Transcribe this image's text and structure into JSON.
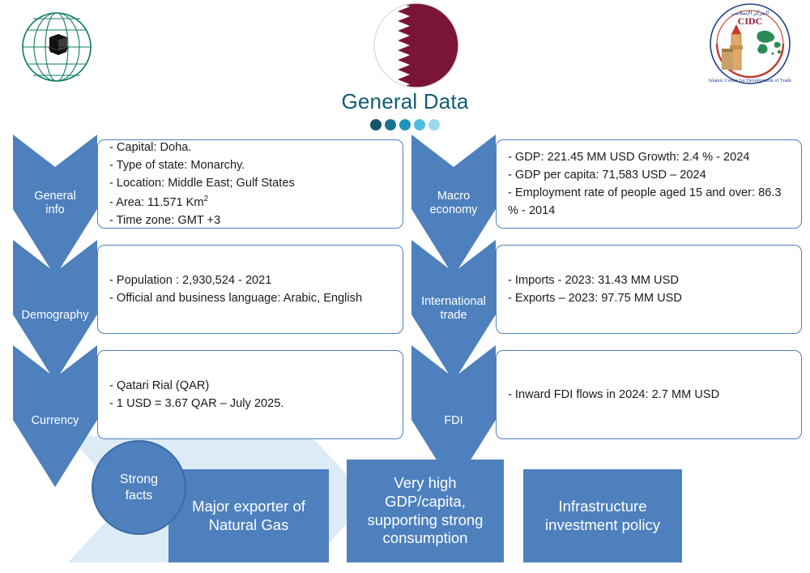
{
  "header": {
    "title": "General Data",
    "dots": [
      "#16556B",
      "#1B7490",
      "#1E93B8",
      "#4DBCDE",
      "#9BD9EE"
    ],
    "logos": {
      "left": {
        "name": "oic-logo",
        "alt": "Organisation of Islamic Cooperation emblem"
      },
      "center": {
        "name": "qatar-flag-badge",
        "alt": "Flag of Qatar"
      },
      "right": {
        "name": "cidc-logo",
        "alt": "Islamic Centre for Development of Trade",
        "acronym": "CIDC",
        "tagline": "Islamic Centre for Development of Trade"
      }
    }
  },
  "theme": {
    "accent_blue": "#4E80BE",
    "accent_blue_dark": "#3A6CA8",
    "title_teal": "#115C72",
    "pale_blue": "#DDEBF7",
    "card_border": "#4E80BE",
    "card_bg": "#FFFFFF"
  },
  "sections": {
    "left": [
      {
        "label": "General\ninfo",
        "label_lines": [
          "General",
          "info"
        ],
        "items": [
          "- Capital: Doha.",
          "- Type of state: Monarchy.",
          "- Location: Middle East; Gulf States",
          "- Area: 11.571 Km²",
          "- Time zone: GMT +3"
        ]
      },
      {
        "label": "Demography",
        "label_lines": [
          "Demography"
        ],
        "items": [
          "- Population : 2,930,524 - 2021",
          "- Official and business language: Arabic, English"
        ]
      },
      {
        "label": "Currency",
        "label_lines": [
          "Currency"
        ],
        "items": [
          "- Qatari Rial (QAR)",
          "- 1 USD = 3.67 QAR – July 2025."
        ]
      }
    ],
    "right": [
      {
        "label": "Macro\neconomy",
        "label_lines": [
          "Macro",
          "economy"
        ],
        "items": [
          "- GDP: 221.45 MM USD Growth: 2.4 % - 2024",
          "- GDP per capita: 71,583 USD – 2024",
          "- Employment rate of people aged 15 and over:  86.3 % - 2014"
        ]
      },
      {
        "label": "International\ntrade",
        "label_lines": [
          "International",
          "trade"
        ],
        "items": [
          "- Imports - 2023: 31.43 MM USD",
          "- Exports – 2023: 97.75 MM USD"
        ]
      },
      {
        "label": "FDI",
        "label_lines": [
          "FDI"
        ],
        "items": [
          "- Inward FDI flows in 2024: 2.7 MM USD"
        ]
      }
    ]
  },
  "strong_facts": {
    "circle_label": "Strong\nfacts",
    "circle_lines": [
      "Strong",
      "facts"
    ],
    "facts": [
      "Major exporter of Natural Gas",
      "Very high GDP/capita, supporting strong consumption",
      "Infrastructure investment policy"
    ]
  }
}
